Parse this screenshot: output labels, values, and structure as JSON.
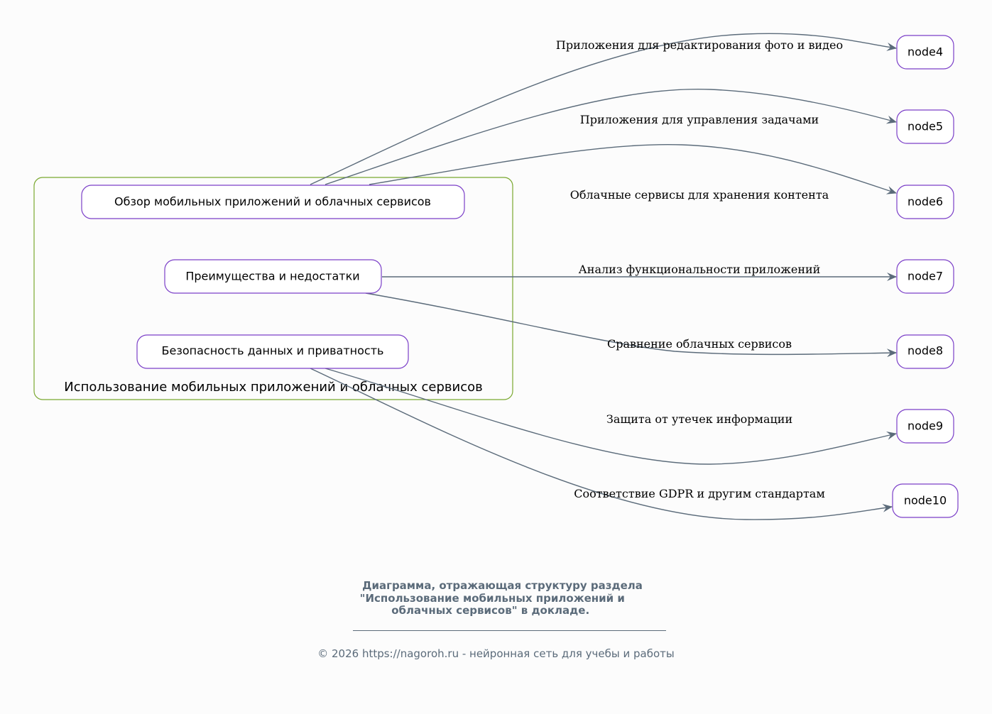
{
  "cluster": {
    "label": "Использование мобильных приложений и облачных сервисов"
  },
  "nodes": {
    "overview": "Обзор мобильных приложений и облачных сервисов",
    "pros_cons": "Преимущества и недостатки",
    "security": "Безопасность данных и приватность",
    "node4": "node4",
    "node5": "node5",
    "node6": "node6",
    "node7": "node7",
    "node8": "node8",
    "node9": "node9",
    "node10": "node10"
  },
  "edges": [
    "Приложения для редактирования фото и видео",
    "Приложения для управления задачами",
    "Облачные сервисы для хранения контента",
    "Анализ функциональности приложений",
    "Сравнение облачных сервисов",
    "Защита от утечек информации",
    "Соответствие GDPR и другим стандартам"
  ],
  "caption": {
    "lines": [
      "Диаграмма, отражающая структуру раздела",
      "\"Использование мобильных приложений и  ",
      "облачных сервисов\" в докладе.   "
    ],
    "footer": "© 2026 https://nagoroh.ru - нейронная сеть для учебы и работы"
  },
  "colors": {
    "node_border": "#7b3fc8",
    "cluster_border": "#7aa830",
    "edge": "#5b6b7a",
    "caption": "#5b6b7a"
  }
}
